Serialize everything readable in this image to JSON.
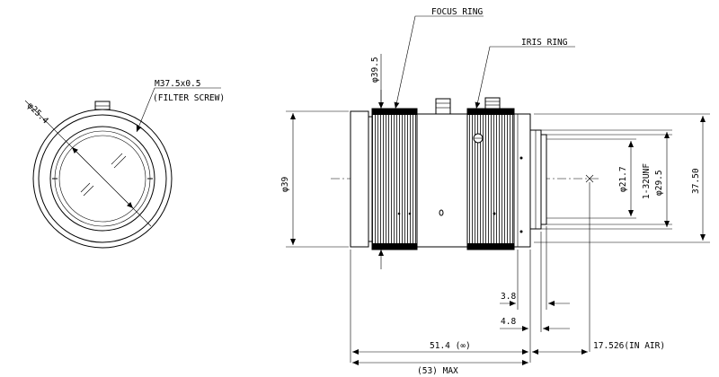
{
  "front_view": {
    "diameter_label": "φ25.4",
    "thread_label": "M37.5x0.5",
    "thread_note": "(FILTER SCREW)"
  },
  "side_view": {
    "focus_ring_label": "FOCUS RING",
    "iris_ring_label": "IRIS RING",
    "ring_diameter_label": "φ39.5",
    "body_diameter_label": "φ39",
    "diameter_21_7_label": "φ21.7",
    "thread_1_32unf_label": "1-32UNF",
    "diameter_29_5_label": "φ29.5",
    "height_37_50_label": "37.50",
    "dim_3_8_label": "3.8",
    "dim_4_8_label": "4.8",
    "length_label": "51.4 (∞)",
    "back_focus_label": "17.526(IN AIR)",
    "max_length_label": "(53)  MAX"
  }
}
